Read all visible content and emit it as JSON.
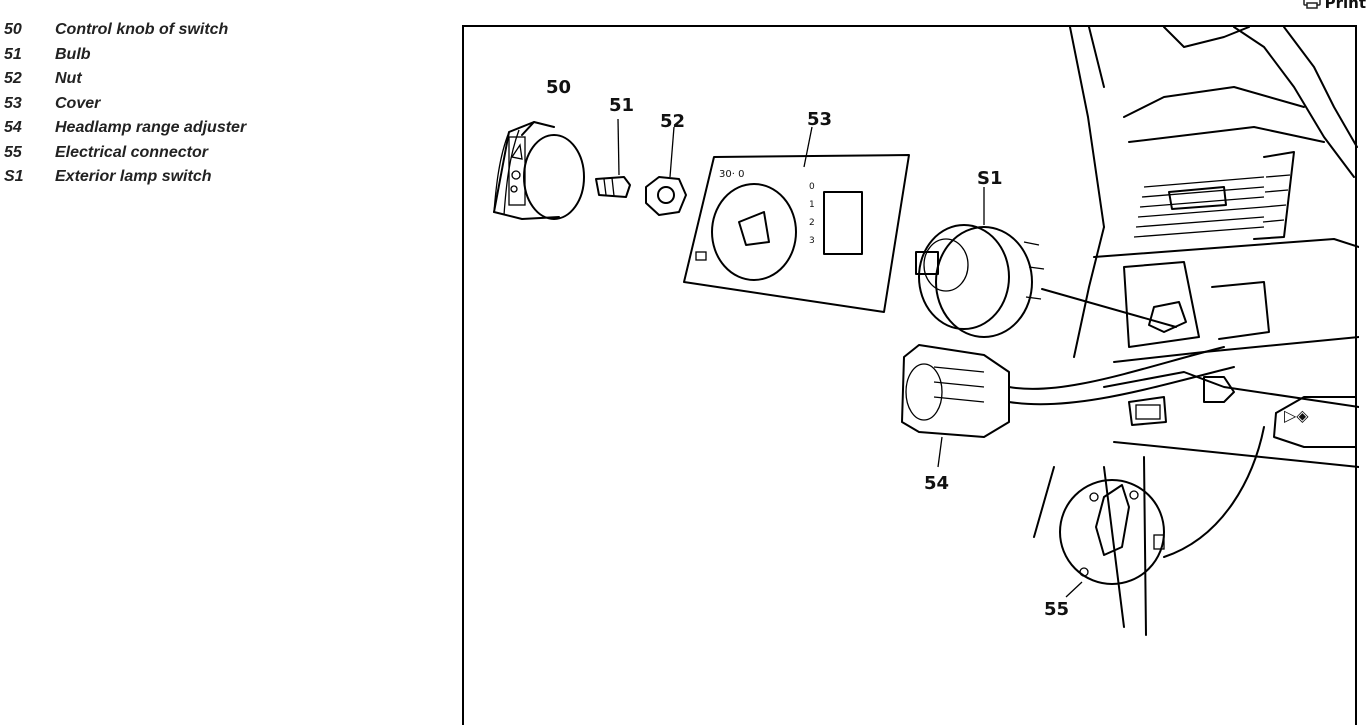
{
  "header": {
    "print_label": "Print"
  },
  "legend": [
    {
      "num": "50",
      "label": "Control knob of switch"
    },
    {
      "num": "51",
      "label": "Bulb"
    },
    {
      "num": "52",
      "label": "Nut"
    },
    {
      "num": "53",
      "label": "Cover"
    },
    {
      "num": "54",
      "label": "Headlamp range adjuster"
    },
    {
      "num": "55",
      "label": "Electrical connector"
    },
    {
      "num": "S1",
      "label": "Exterior lamp switch"
    }
  ],
  "diagram": {
    "callouts": {
      "c50": "50",
      "c51": "51",
      "c52": "52",
      "c53": "53",
      "cS1": "S1",
      "c54": "54",
      "c55": "55"
    }
  }
}
